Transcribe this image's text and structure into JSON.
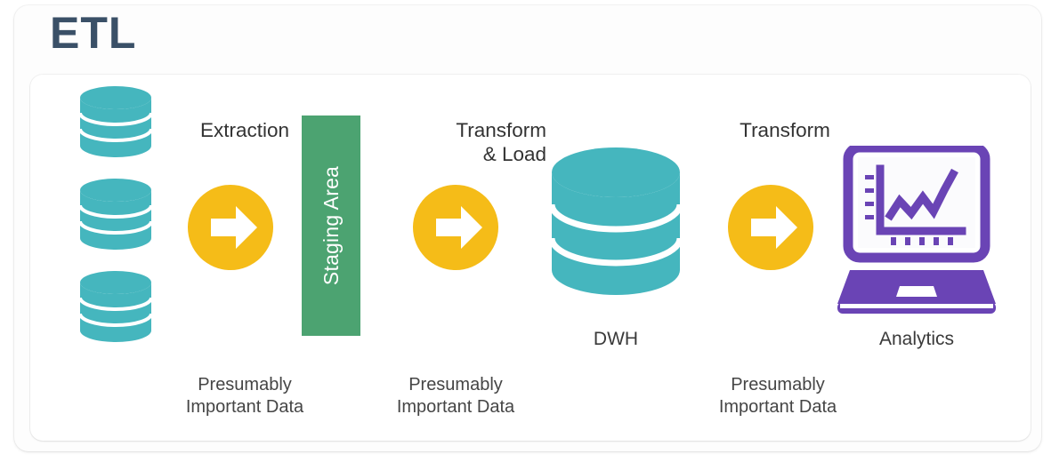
{
  "diagram": {
    "title": "ETL",
    "type": "etl-pipeline-flow",
    "colors": {
      "title": "#3a5067",
      "database_teal": "#45b6be",
      "staging_green": "#4ca371",
      "arrow_yellow": "#f5bc18",
      "analytics_purple": "#6a44b5",
      "text": "#3a3a3a",
      "card_background": "#ffffff"
    },
    "stages": [
      {
        "id": "sources",
        "node_name": "source-databases",
        "icon": "database-stack-icon",
        "count": 3,
        "label": "",
        "caption": ""
      },
      {
        "id": "extraction",
        "node_name": "extraction-arrow",
        "icon": "arrow-right-circle-icon",
        "label": "Extraction",
        "caption": "Presumably\nImportant Data"
      },
      {
        "id": "staging",
        "node_name": "staging-area",
        "icon": "staging-box",
        "label": "Staging Area",
        "caption": ""
      },
      {
        "id": "transform_load",
        "node_name": "transform-load-arrow",
        "icon": "arrow-right-circle-icon",
        "label": "Transform\n& Load",
        "caption": "Presumably\nImportant Data"
      },
      {
        "id": "dwh",
        "node_name": "data-warehouse",
        "icon": "database-large-icon",
        "label": "DWH",
        "caption": ""
      },
      {
        "id": "transform",
        "node_name": "transform-arrow",
        "icon": "arrow-right-circle-icon",
        "label": "Transform",
        "caption": "Presumably\nImportant Data"
      },
      {
        "id": "analytics",
        "node_name": "analytics-laptop",
        "icon": "laptop-chart-icon",
        "label": "Analytics",
        "caption": ""
      }
    ]
  }
}
